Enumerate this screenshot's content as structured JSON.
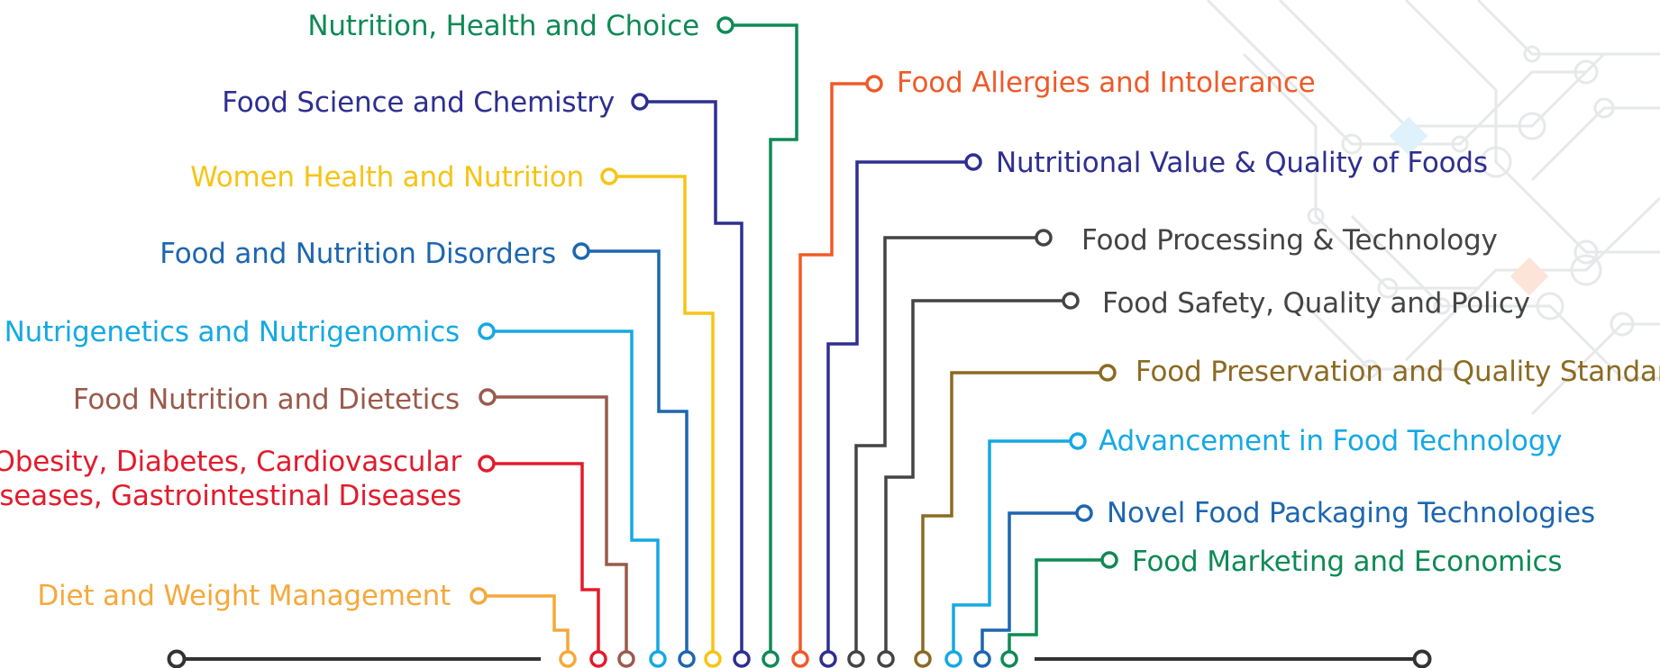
{
  "colors": {
    "green": "#0e8a55",
    "navy": "#2e2f8f",
    "yellow": "#f7c416",
    "blue": "#1d66b0",
    "sky": "#15a9e3",
    "brown": "#9a5a4b",
    "red": "#e31b2c",
    "orange_light": "#f5a93c",
    "orange": "#ef5a28",
    "gray": "#444444",
    "olive": "#8b6a22"
  },
  "topics": [
    {
      "id": "nutrition-health-choice",
      "label": "Nutrition, Health and Choice",
      "color": "#0e8a55",
      "side": "left"
    },
    {
      "id": "food-science-chemistry",
      "label": "Food Science and Chemistry",
      "color": "#2e2f8f",
      "side": "left"
    },
    {
      "id": "women-health-nutrition",
      "label": "Women Health and Nutrition",
      "color": "#f7c416",
      "side": "left"
    },
    {
      "id": "food-nutrition-disorders",
      "label": "Food and Nutrition Disorders",
      "color": "#1d66b0",
      "side": "left"
    },
    {
      "id": "nutrigenetics",
      "label": "Nutrigenetics and Nutrigenomics",
      "color": "#15a9e3",
      "side": "left"
    },
    {
      "id": "food-nutrition-dietetics",
      "label": "Food Nutrition and Dietetics",
      "color": "#9a5a4b",
      "side": "left"
    },
    {
      "id": "obesity-diabetes",
      "label": "Obesity, Diabetes, Cardiovascular",
      "label_line2": "Diseases, Gastrointestinal Diseases",
      "color": "#e31b2c",
      "side": "left"
    },
    {
      "id": "diet-weight",
      "label": "Diet and Weight Management",
      "color": "#f5a93c",
      "side": "left"
    },
    {
      "id": "food-allergies",
      "label": "Food Allergies and Intolerance",
      "color": "#ef5a28",
      "side": "right"
    },
    {
      "id": "nutritional-value",
      "label": "Nutritional Value & Quality of Foods",
      "color": "#2e2f8f",
      "side": "right"
    },
    {
      "id": "food-processing",
      "label": "Food Processing & Technology",
      "color": "#444444",
      "side": "right"
    },
    {
      "id": "food-safety",
      "label": "Food Safety, Quality and Policy",
      "color": "#444444",
      "side": "right"
    },
    {
      "id": "food-preservation",
      "label": "Food Preservation and Quality Standard",
      "color": "#8b6a22",
      "side": "right"
    },
    {
      "id": "food-technology",
      "label": "Advancement in Food Technology",
      "color": "#15a9e3",
      "side": "right"
    },
    {
      "id": "food-packaging",
      "label": "Novel Food Packaging Technologies",
      "color": "#1d66b0",
      "side": "right"
    },
    {
      "id": "food-marketing",
      "label": "Food Marketing and Economics",
      "color": "#0e8a55",
      "side": "right"
    }
  ]
}
